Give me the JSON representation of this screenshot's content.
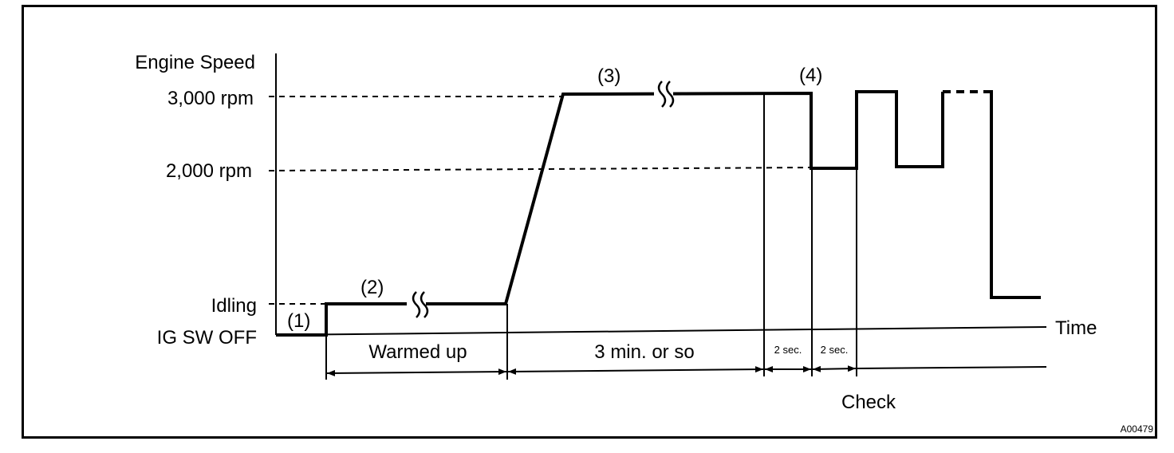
{
  "diagram": {
    "y_axis_title": "Engine Speed",
    "y_levels": {
      "rpm_3000": "3,000 rpm",
      "rpm_2000": "2,000 rpm",
      "idling": "Idling",
      "ig_sw_off": "IG SW OFF"
    },
    "x_axis_title": "Time",
    "steps": {
      "s1": "(1)",
      "s2": "(2)",
      "s3": "(3)",
      "s4": "(4)"
    },
    "intervals": {
      "warmed_up": "Warmed up",
      "three_min": "3 min. or so",
      "two_sec_a": "2 sec.",
      "two_sec_b": "2 sec."
    },
    "check_label": "Check",
    "figure_id": "A00479"
  }
}
